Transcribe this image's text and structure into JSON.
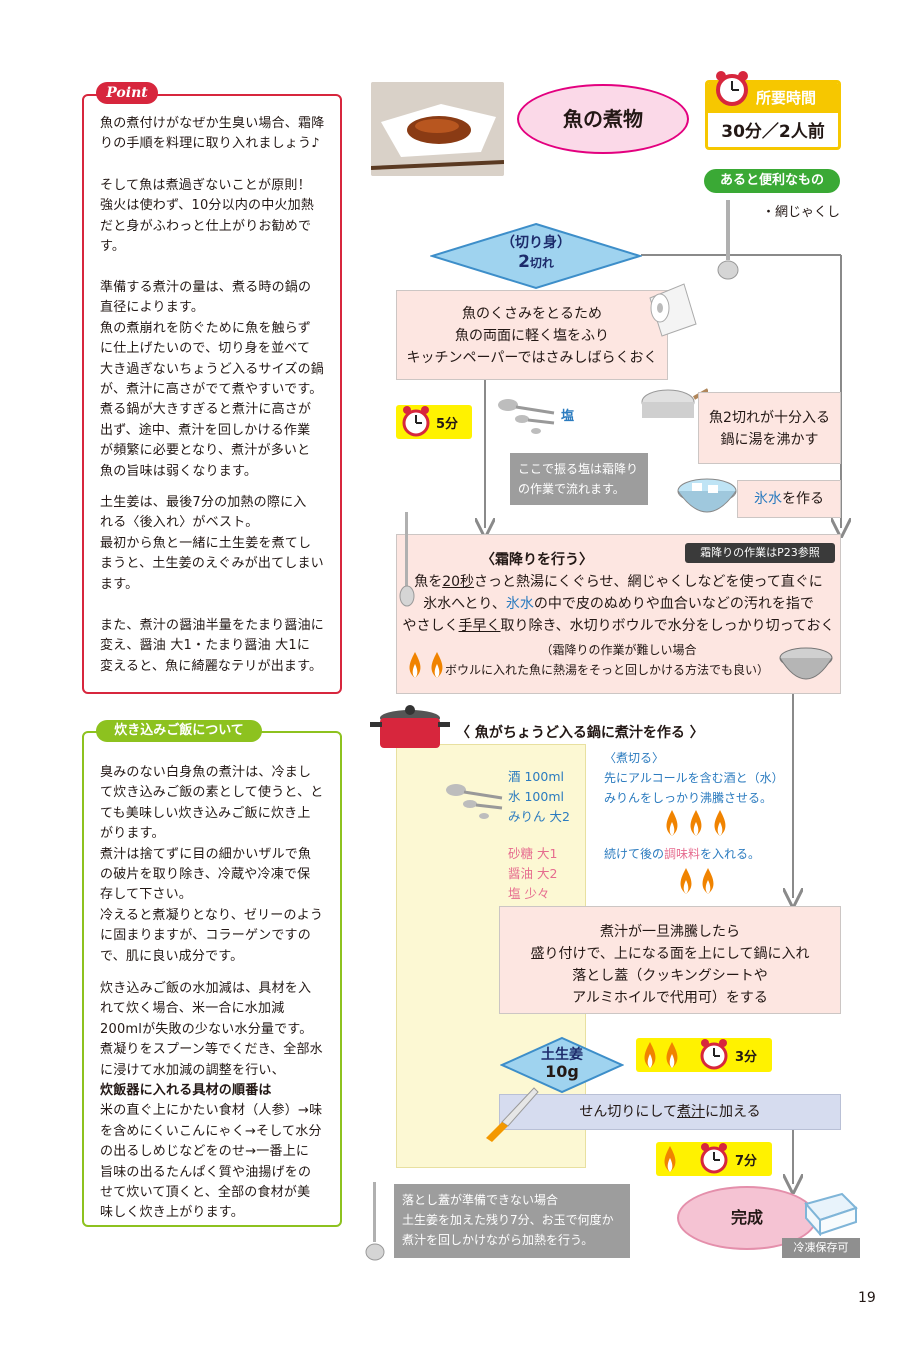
{
  "point": {
    "badge": "Point",
    "paragraphs": [
      "魚の煮付けがなぜか生臭い場合、霜降\nりの手順を料理に取り入れましょう♪",
      "そして魚は煮過ぎないことが原則！\n強火は使わず、10分以内の中火加熱\nだと身がふわっと仕上がりお勧めで\nす。",
      "準備する煮汁の量は、煮る時の鍋の\n直径によります。\n魚の煮崩れを防ぐために魚を触らず\nに仕上げたいので、切り身を並べて\n大き過ぎないちょうど入るサイズの鍋\nが、煮汁に高さがでて煮やすいです。\n煮る鍋が大きすぎると煮汁に高さが\n出ず、途中、煮汁を回しかける作業\nが頻繁に必要となり、煮汁が多いと\n魚の旨味は弱くなります。",
      "土生姜は、最後7分の加熱の際に入\nれる〈後入れ〉がベスト。\n最初から魚と一緒に土生姜を煮てし\nまうと、土生姜のえぐみが出てしまい\nます。",
      "また、煮汁の醤油半量をたまり醤油に\n変え、醤油 大1・たまり醤油 大1に\n変えると、魚に綺麗なテリが出ます。"
    ]
  },
  "rice": {
    "badge": "炊き込みご飯について",
    "p1": "臭みのない白身魚の煮汁は、冷まし\nて炊き込みご飯の素として使うと、と\nても美味しい炊き込みご飯に炊き上\nがります。\n煮汁は捨てずに目の細かいザルで魚\nの破片を取り除き、冷蔵や冷凍で保\n存して下さい。\n冷えると煮凝りとなり、ゼリーのよう\nに固まりますが、コラーゲンですの\nで、肌に良い成分です。",
    "p2a": "炊き込みご飯の水加減は、具材を入\nれて炊く場合、米一合に水加減\n200mlが失敗の少ない水分量です。\n煮凝りをスプーン等でくだき、全部水\nに浸けて水加減の調整を行い、",
    "p2b": "炊飯器に入れる具材の順番は",
    "p2c": "米の直ぐ上にかたい食材（人参）→味\nを含めにくいこんにゃく→そして水分\nの出るしめじなどをのせ→一番上に\n旨味の出るたんぱく質や油揚げをの\nせて炊いて頂くと、全部の食材が美\n味しく炊き上がります。"
  },
  "title": "魚の煮物",
  "time": {
    "label": "所要時間",
    "value": "30分／2人前"
  },
  "tools": {
    "label": "あると便利なもの",
    "item": "・網じゃくし"
  },
  "ingredient_fish": {
    "name": "（切り身）",
    "qty": "2",
    "unit": "切れ"
  },
  "step1": [
    "魚のくさみをとるため",
    "魚の両面に軽く塩をふり",
    "キッチンペーパーではさみしばらくおく"
  ],
  "timer1": "5分",
  "salt_label": "塩",
  "salt_note": "ここで振る塩は霜降り\nの作業で流れます。",
  "boil_step": "魚2切れが十分入る\n鍋に湯を沸かす",
  "ice_water": {
    "blue": "氷水",
    "rest": "を作る"
  },
  "shimofuri": {
    "title": "〈霜降りを行う〉",
    "ref": "霜降りの作業はP23参照",
    "l1a": "魚を",
    "l1b": "20秒",
    "l1c": "さっと熱湯にくぐらせ、網じゃくしなどを使って直ぐに",
    "l2a": "氷水へとり、",
    "l2b": "氷水",
    "l2c": "の中で皮のぬめりや血合いなどの汚れを指で",
    "l3a": "やさしく",
    "l3b": "手早く",
    "l3c": "取り除き、水切りボウルで水分をしっかり切っておく",
    "l4": "（霜降りの作業が難しい場合",
    "l5": "ボウルに入れた魚に熱湯をそっと回しかける方法でも良い）"
  },
  "broth": {
    "title": "〈 魚がちょうど入る鍋に煮汁を作る 〉",
    "group1": [
      "酒 100ml",
      "水 100ml",
      "みりん 大2"
    ],
    "group2": [
      "砂糖 大1",
      "醤油 大2",
      "塩 少々"
    ],
    "note1": [
      "〈煮切る〉",
      "先にアルコールを含む酒と（水）",
      "みりんをしっかり沸騰させる。"
    ],
    "note2a": "続けて後の",
    "note2b": "調味料",
    "note2c": "を入れる。"
  },
  "step_simmer": [
    "煮汁が一旦沸騰したら",
    "盛り付けで、上になる面を上にして鍋に入れ",
    "落とし蓋（クッキングシートや",
    "アルミホイルで代用可）をする"
  ],
  "ginger": {
    "name": "土生姜",
    "qty": "10g"
  },
  "timer2": "3分",
  "ginger_step": {
    "a": "せん切りにして",
    "b": "煮汁",
    "c": "に加える"
  },
  "timer3": "7分",
  "lid_note": "落とし蓋が準備できない場合\n土生姜を加えた残り7分、お玉で何度か\n煮汁を回しかけながら加熱を行う。",
  "finish": "完成",
  "freeze": "冷凍保存可",
  "page": "19",
  "colors": {
    "point": "#d7263d",
    "rice": "#8dc21f",
    "time": "#f6c700",
    "tools": "#3aa935",
    "diamond": "#9fd3ef",
    "step": "#fde6e1",
    "flame": "#f08300"
  }
}
